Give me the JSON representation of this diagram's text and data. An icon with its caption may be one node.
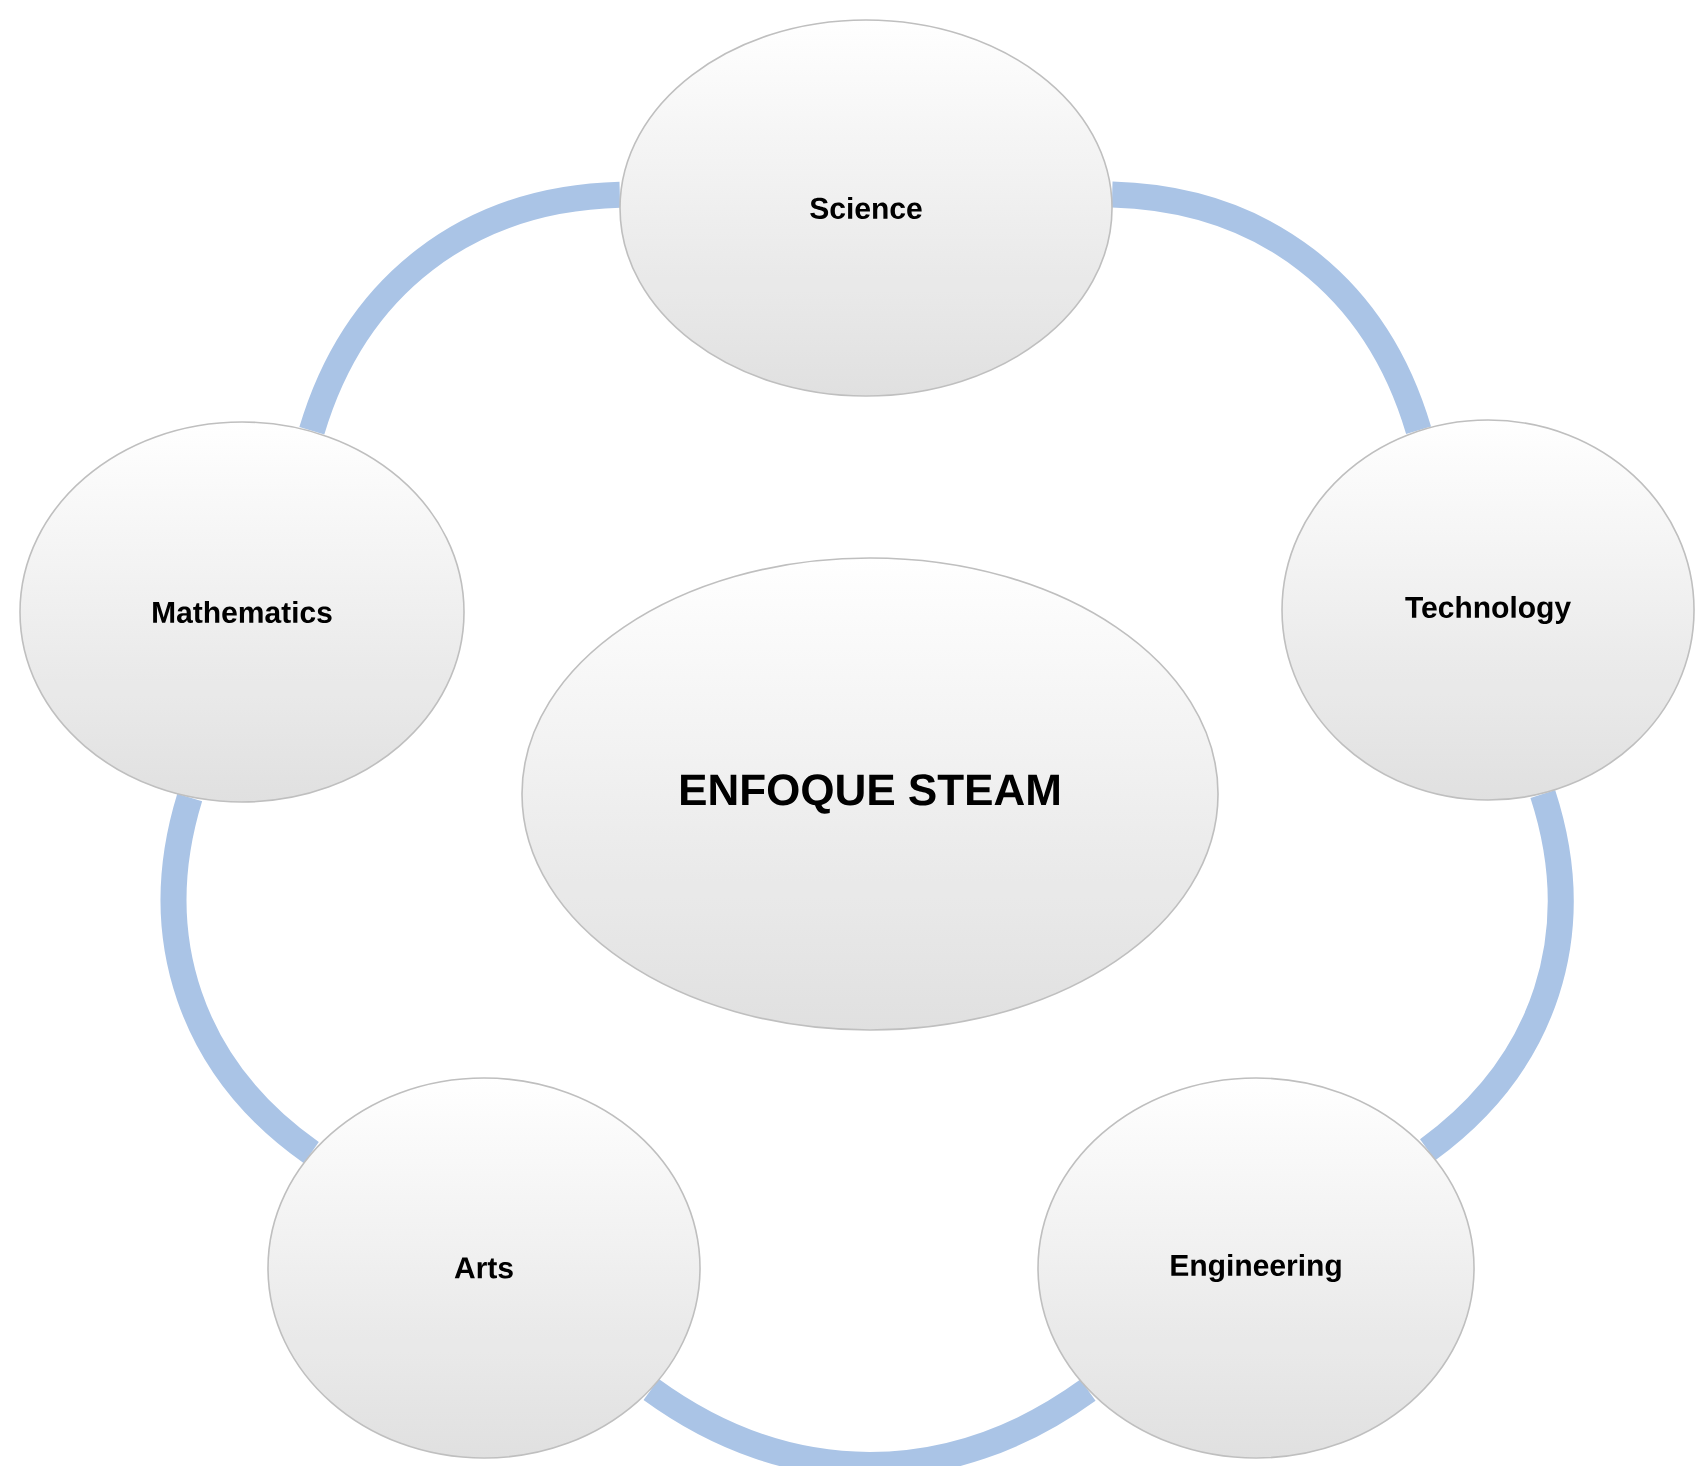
{
  "diagram": {
    "nodes": [
      {
        "text": [
          "Science"
        ]
      },
      {
        "text": [
          "Mathematics"
        ]
      },
      {
        "text": [
          "Technology"
        ]
      },
      {
        "text": [
          "ENFOQUE STEAM"
        ]
      },
      {
        "text": [
          "Arts"
        ]
      },
      {
        "text": [
          "Engineering"
        ]
      }
    ],
    "edges": [
      {
        "from": 0,
        "to": 2,
        "arrow": "none"
      },
      {
        "from": 2,
        "to": 5,
        "arrow": "none"
      },
      {
        "from": 5,
        "to": 4,
        "arrow": "none"
      },
      {
        "from": 4,
        "to": 1,
        "arrow": "none"
      },
      {
        "from": 1,
        "to": 0,
        "arrow": "none"
      }
    ]
  }
}
